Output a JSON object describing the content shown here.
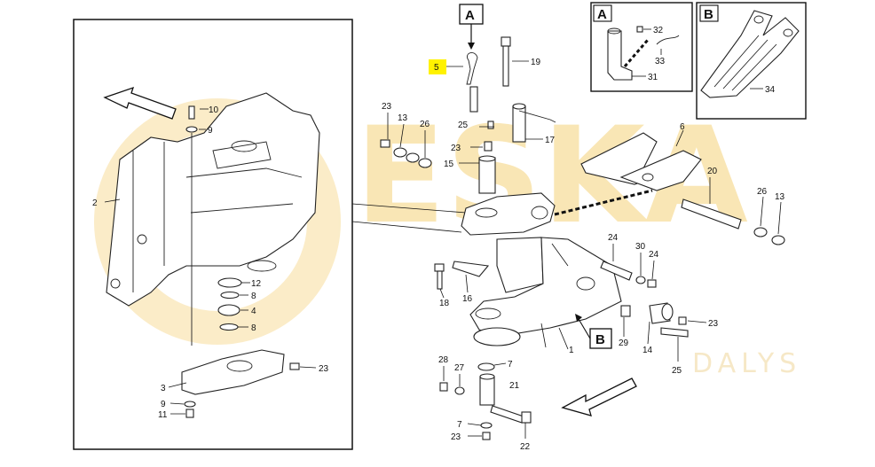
{
  "watermark": {
    "brand": "ESKA",
    "sub": "DALYS",
    "color": "#f5d27a"
  },
  "highlight_color": "#fff200",
  "views": {
    "a_label": "A",
    "b_label": "B"
  },
  "labels": {
    "l2": "2",
    "l3": "3",
    "l4": "4",
    "l8a": "8",
    "l8b": "8",
    "l9a": "9",
    "l9b": "9",
    "l10": "10",
    "l11": "11",
    "l12": "12",
    "l23_left": "23",
    "l5": "5",
    "l19": "19",
    "l23_mid": "23",
    "l13_mid": "13",
    "l26_mid": "26",
    "l25_mid": "25",
    "l23_pin": "23",
    "l15": "15",
    "l17": "17",
    "l6": "6",
    "l20": "20",
    "l26_right": "26",
    "l13_right": "13",
    "l24_a": "24",
    "l30": "30",
    "l24_b": "24",
    "l18": "18",
    "l16": "16",
    "l23_right": "23",
    "l29": "29",
    "l14": "14",
    "l25_right": "25",
    "l1": "1",
    "l28": "28",
    "l27": "27",
    "l7_a": "7",
    "l21": "21",
    "l7_b": "7",
    "l23_bottom": "23",
    "l22": "22",
    "l32": "32",
    "l33": "33",
    "l31": "31",
    "l34": "34"
  }
}
